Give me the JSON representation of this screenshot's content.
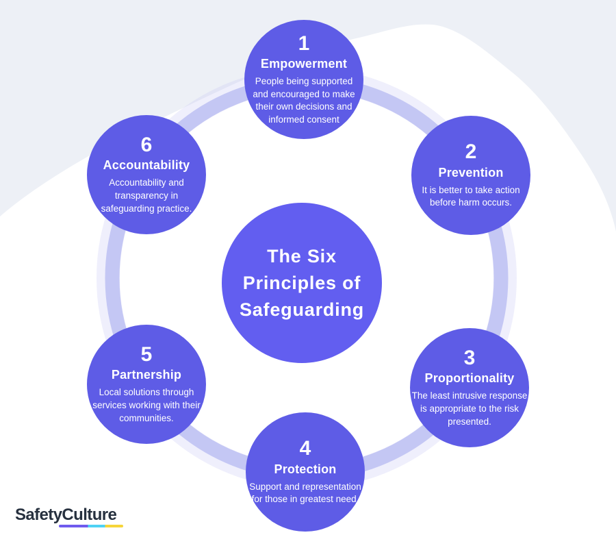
{
  "diagram": {
    "title_lines": [
      "The Six",
      "Principles of",
      "Safeguarding"
    ],
    "title": "The Six Principles of Safeguarding"
  },
  "principles": [
    {
      "number": "1",
      "name": "Empowerment",
      "description": "People being supported and encouraged to make their own decisions and informed consent"
    },
    {
      "number": "2",
      "name": "Prevention",
      "description": "It is better to take action before harm occurs."
    },
    {
      "number": "3",
      "name": "Proportionality",
      "description": "The least intrusive response is appropriate to the risk presented."
    },
    {
      "number": "4",
      "name": "Protection",
      "description": "Support and representation for those in greatest need."
    },
    {
      "number": "5",
      "name": "Partnership",
      "description": "Local solutions through services working with their communities."
    },
    {
      "number": "6",
      "name": "Accountability",
      "description": "Accountability and transparency in safeguarding practice."
    }
  ],
  "logo": {
    "text": "SafetyCulture"
  },
  "colors": {
    "node_fill": "#5E5CE6",
    "center_fill": "#625EF0",
    "ring": "#C4C7F4",
    "blob": "#EDF0F6",
    "text": "#FFFFFF",
    "logo_text": "#27313F",
    "logo_underline": [
      "#6F5BEE",
      "#4FD2F4",
      "#F6D53A"
    ]
  }
}
